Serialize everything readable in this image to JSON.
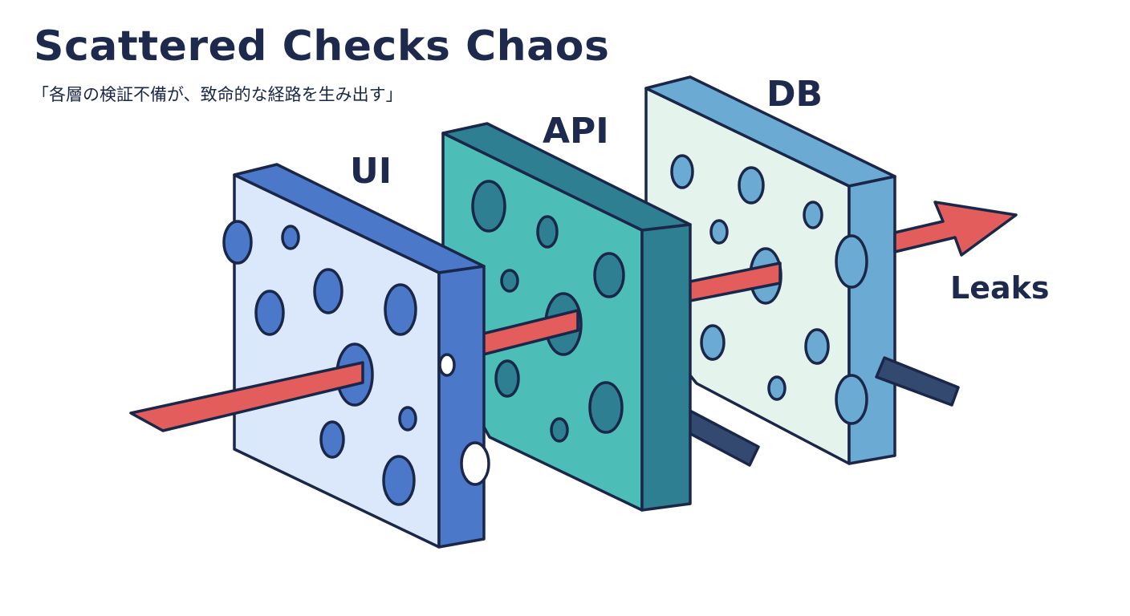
{
  "header": {
    "title": "Scattered Checks Chaos",
    "subtitle": "「各層の検証不備が、致命的な経路を生み出す」"
  },
  "layers": [
    {
      "label": "UI"
    },
    {
      "label": "API"
    },
    {
      "label": "DB"
    }
  ],
  "outcome": {
    "label": "Leaks"
  },
  "colors": {
    "outline": "#1b2748",
    "title": "#1d2a4d",
    "ui_face": "#dbe8fb",
    "ui_side": "#4b78c9",
    "api_face": "#4dbdb7",
    "api_side": "#2f7f93",
    "db_face": "#e4f4ec",
    "db_side": "#6aaad3",
    "arrow": "#e35d5d",
    "dark_arrow": "#34496f"
  }
}
